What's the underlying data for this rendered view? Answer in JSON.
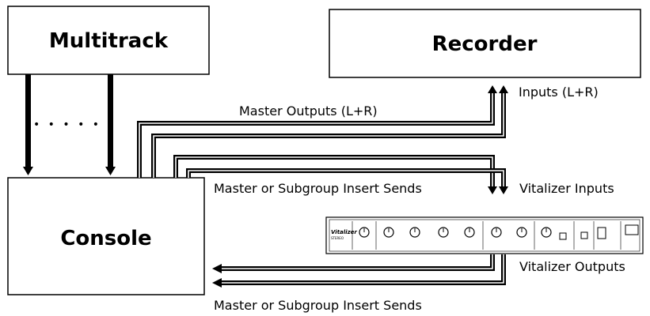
{
  "boxes": {
    "multitrack": "Multitrack",
    "recorder": "Recorder",
    "console": "Console"
  },
  "labels": {
    "master_outputs": "Master Outputs (L+R)",
    "inputs": "Inputs (L+R)",
    "insert_sends_top": "Master or Subgroup Insert Sends",
    "vitalizer_inputs": "Vitalizer Inputs",
    "vitalizer_outputs": "Vitalizer Outputs",
    "insert_sends_bottom": "Master or Subgroup Insert Sends",
    "ellipsis": "• • • • •"
  },
  "device": {
    "brand": "Vitalizer",
    "model": "STEREO"
  }
}
